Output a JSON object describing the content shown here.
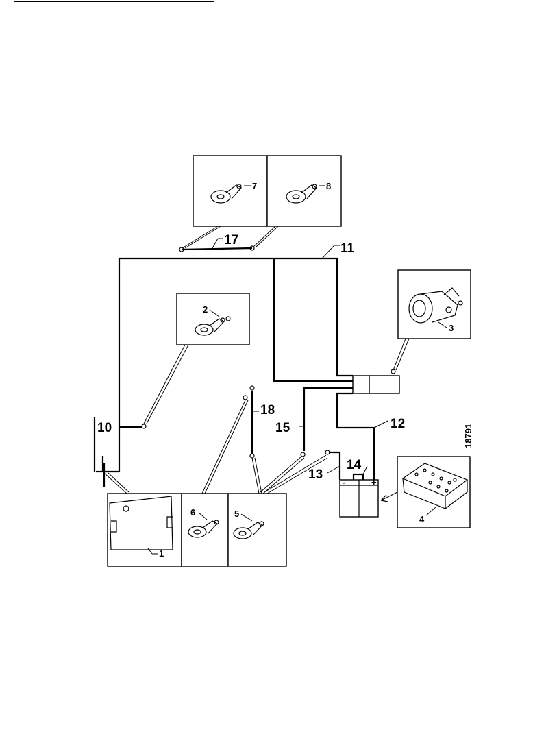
{
  "labels": {
    "c1": "1",
    "c2": "2",
    "c3": "3",
    "c4": "4",
    "c5": "5",
    "c6": "6",
    "c7": "7",
    "c8": "8",
    "c10": "10",
    "c11": "11",
    "c12": "12",
    "c13": "13",
    "c14": "14",
    "c15": "15",
    "c17": "17",
    "c18": "18",
    "figure_number": "18791"
  },
  "battery": {
    "minus": "-",
    "plus": "+"
  }
}
